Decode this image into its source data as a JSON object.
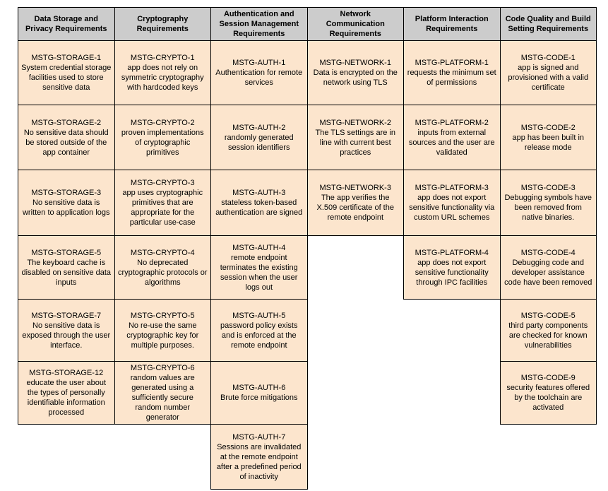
{
  "colors": {
    "header_bg": "#cccccc",
    "cell_bg": "#fce5cd",
    "border": "#000000",
    "text": "#000000"
  },
  "columns": [
    {
      "header": "Data Storage and Privacy Requirements",
      "cells": [
        {
          "id": "MSTG-STORAGE-1",
          "text": "System credential storage facilities used to store sensitive data"
        },
        {
          "id": "MSTG-STORAGE-2",
          "text": "No sensitive data should be stored outside of the app container"
        },
        {
          "id": "MSTG-STORAGE-3",
          "text": "No sensitive data is written to application logs"
        },
        {
          "id": "MSTG-STORAGE-5",
          "text": "The keyboard cache is disabled on sensitive data inputs"
        },
        {
          "id": "MSTG-STORAGE-7",
          "text": "No sensitive data is exposed through the user interface."
        },
        {
          "id": "MSTG-STORAGE-12",
          "text": "educate the user about the types of personally identifiable information processed"
        }
      ]
    },
    {
      "header": "Cryptography Requirements",
      "cells": [
        {
          "id": "MSTG-CRYPTO-1",
          "text": "app does not rely on symmetric cryptography with hardcoded keys"
        },
        {
          "id": "MSTG-CRYPTO-2",
          "text": "proven implementations of cryptographic primitives"
        },
        {
          "id": "MSTG-CRYPTO-3",
          "text": "app uses cryptographic primitives that are appropriate for the particular use-case"
        },
        {
          "id": "MSTG-CRYPTO-4",
          "text": "No deprecated cryptographic protocols or algorithms"
        },
        {
          "id": "MSTG-CRYPTO-5",
          "text": "No re-use the same cryptographic key for multiple purposes."
        },
        {
          "id": "MSTG-CRYPTO-6",
          "text": "random values are generated using a sufficiently secure random number generator"
        }
      ]
    },
    {
      "header": "Authentication and Session Management Requirements",
      "cells": [
        {
          "id": "MSTG-AUTH-1",
          "text": "Authentication for remote services"
        },
        {
          "id": "MSTG-AUTH-2",
          "text": "randomly generated session identifiers"
        },
        {
          "id": "MSTG-AUTH-3",
          "text": "stateless token-based authentication are signed"
        },
        {
          "id": "MSTG-AUTH-4",
          "text": "remote endpoint terminates the existing session when the user logs out"
        },
        {
          "id": "MSTG-AUTH-5",
          "text": "password policy exists and is enforced at the remote endpoint"
        },
        {
          "id": "MSTG-AUTH-6",
          "text": "Brute force mitigations"
        },
        {
          "id": "MSTG-AUTH-7",
          "text": "Sessions are invalidated at the remote endpoint after a predefined period of inactivity"
        }
      ]
    },
    {
      "header": "Network Communication Requirements",
      "cells": [
        {
          "id": "MSTG-NETWORK-1",
          "text": "Data is encrypted on the network using TLS"
        },
        {
          "id": "MSTG-NETWORK-2",
          "text": "The TLS settings are in line with current best practices"
        },
        {
          "id": "MSTG-NETWORK-3",
          "text": "The app verifies the X.509 certificate of the remote endpoint"
        }
      ]
    },
    {
      "header": "Platform Interaction Requirements",
      "cells": [
        {
          "id": "MSTG-PLATFORM-1",
          "text": "requests the minimum set of permissions"
        },
        {
          "id": "MSTG-PLATFORM-2",
          "text": "inputs from external sources and the user are validated"
        },
        {
          "id": "MSTG-PLATFORM-3",
          "text": "app does not export sensitive functionality via custom URL schemes"
        },
        {
          "id": "MSTG-PLATFORM-4",
          "text": "app does not export sensitive functionality through IPC facilities"
        }
      ]
    },
    {
      "header": "Code Quality and Build Setting Requirements",
      "cells": [
        {
          "id": "MSTG-CODE-1",
          "text": "app is signed and provisioned with a valid certificate"
        },
        {
          "id": "MSTG-CODE-2",
          "text": "app has been built in release mode"
        },
        {
          "id": "MSTG-CODE-3",
          "text": "Debugging symbols have been removed from native binaries."
        },
        {
          "id": "MSTG-CODE-4",
          "text": "Debugging code and developer assistance code have been removed"
        },
        {
          "id": "MSTG-CODE-5",
          "text": "third party components are checked for known vulnerabilities"
        },
        {
          "id": "MSTG-CODE-9",
          "text": "security features offered by the toolchain are activated"
        }
      ]
    }
  ]
}
